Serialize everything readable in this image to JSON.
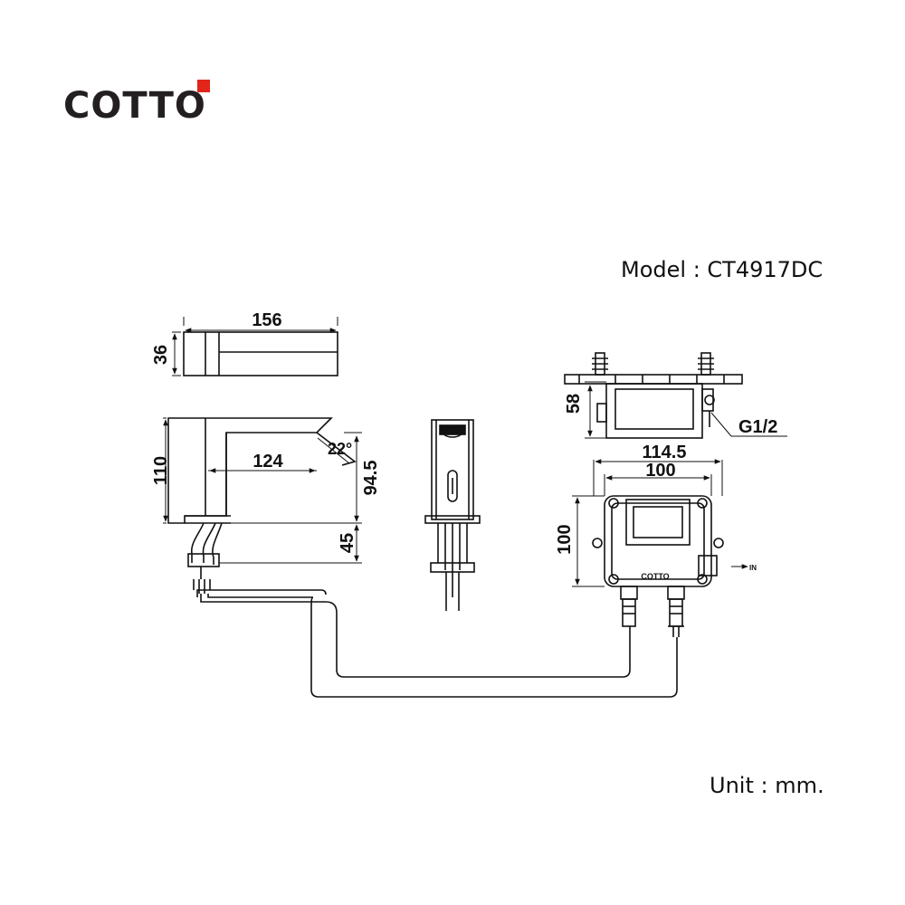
{
  "brand": {
    "name": "COTTO",
    "accent_color": "#e1251b",
    "text_color": "#231f20"
  },
  "model_label": "Model : CT4917DC",
  "unit_label": "Unit : mm.",
  "dimensions": {
    "top_length": "156",
    "top_thickness": "36",
    "height": "110",
    "reach": "124",
    "angle": "22°",
    "spout_height": "94.5",
    "below_counter": "45",
    "box_depth": "58",
    "thread": "G1/2",
    "box_outer_width": "114.5",
    "box_width": "100",
    "box_height": "100",
    "inlet_label": "IN",
    "box_brand": "COTTO"
  }
}
